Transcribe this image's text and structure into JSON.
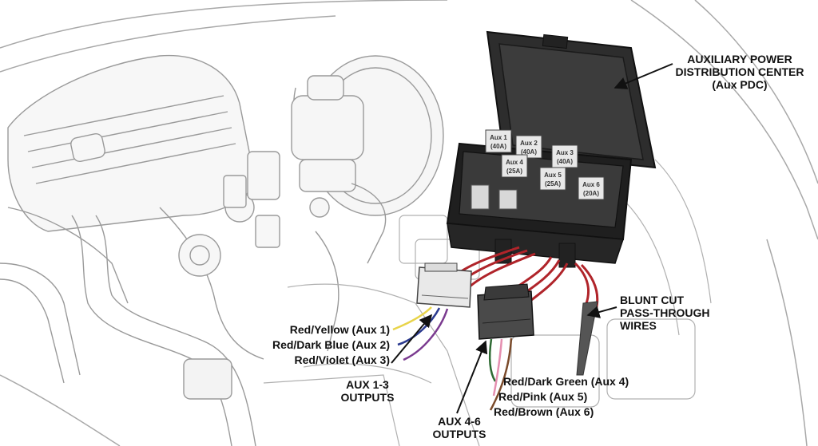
{
  "callouts": {
    "pdc": {
      "line1": "AUXILIARY POWER",
      "line2": "DISTRIBUTION CENTER",
      "line3": "(Aux PDC)"
    },
    "blunt": {
      "line1": "BLUNT CUT",
      "line2": "PASS-THROUGH",
      "line3": "WIRES"
    },
    "aux13": {
      "line1": "AUX 1-3",
      "line2": "OUTPUTS"
    },
    "aux46": {
      "line1": "AUX 4-6",
      "line2": "OUTPUTS"
    }
  },
  "wires": [
    {
      "label": "Red/Yellow (Aux 1)",
      "color": "#e8d44a"
    },
    {
      "label": "Red/Dark Blue (Aux 2)",
      "color": "#2b3a8f"
    },
    {
      "label": "Red/Violet (Aux 3)",
      "color": "#7a3a8f"
    },
    {
      "label": "Red/Dark Green (Aux 4)",
      "color": "#2f6b34"
    },
    {
      "label": "Red/Pink (Aux 5)",
      "color": "#e58fb0"
    },
    {
      "label": "Red/Brown (Aux 6)",
      "color": "#7a4a2a"
    }
  ],
  "relays": [
    {
      "name": "Aux 1",
      "rating": "(40A)"
    },
    {
      "name": "Aux 2",
      "rating": "(40A)"
    },
    {
      "name": "Aux 3",
      "rating": "(40A)"
    },
    {
      "name": "Aux 4",
      "rating": "(25A)"
    },
    {
      "name": "Aux 5",
      "rating": "(25A)"
    },
    {
      "name": "Aux 6",
      "rating": "(20A)"
    }
  ],
  "colors": {
    "wire_main": "#b0242a",
    "pdc_body": "#2a2a2a",
    "line_art": "#9a9a9a"
  }
}
